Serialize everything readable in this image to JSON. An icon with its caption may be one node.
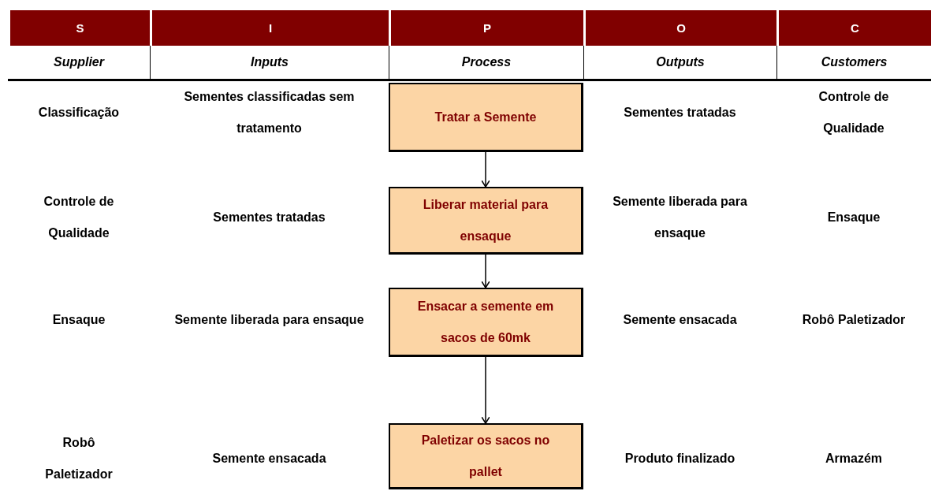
{
  "diagram": {
    "nodes": [
      {
        "text": [
          "Tratar a Semente"
        ]
      },
      {
        "text": [
          "Liberar material para ensaque"
        ]
      },
      {
        "text": [
          "Ensacar a semente em sacos de 60mk"
        ]
      },
      {
        "text": [
          "Paletizar os sacos no pallet"
        ]
      }
    ],
    "edges": [
      {
        "from": 0,
        "to": 1,
        "arrow": "to"
      },
      {
        "from": 1,
        "to": 2,
        "arrow": "to"
      },
      {
        "from": 2,
        "to": 3,
        "arrow": "to"
      }
    ],
    "labels": [
      "S",
      "I",
      "P",
      "O",
      "C",
      "Supplier",
      "Inputs",
      "Process",
      "Outputs",
      "Customers",
      "Classificação",
      "Sementes classificadas sem tratamento",
      "Sementes tratadas",
      "Controle de Qualidade",
      "Controle de Qualidade",
      "Sementes tratadas",
      "Semente liberada para ensaque",
      "Ensaque",
      "Ensaque",
      "Semente liberada para ensaque",
      "Semente ensacada",
      "Robô Paletizador",
      "Robô Paletizador",
      "Semente ensacada",
      "Produto finalizado",
      "Armazém"
    ]
  }
}
